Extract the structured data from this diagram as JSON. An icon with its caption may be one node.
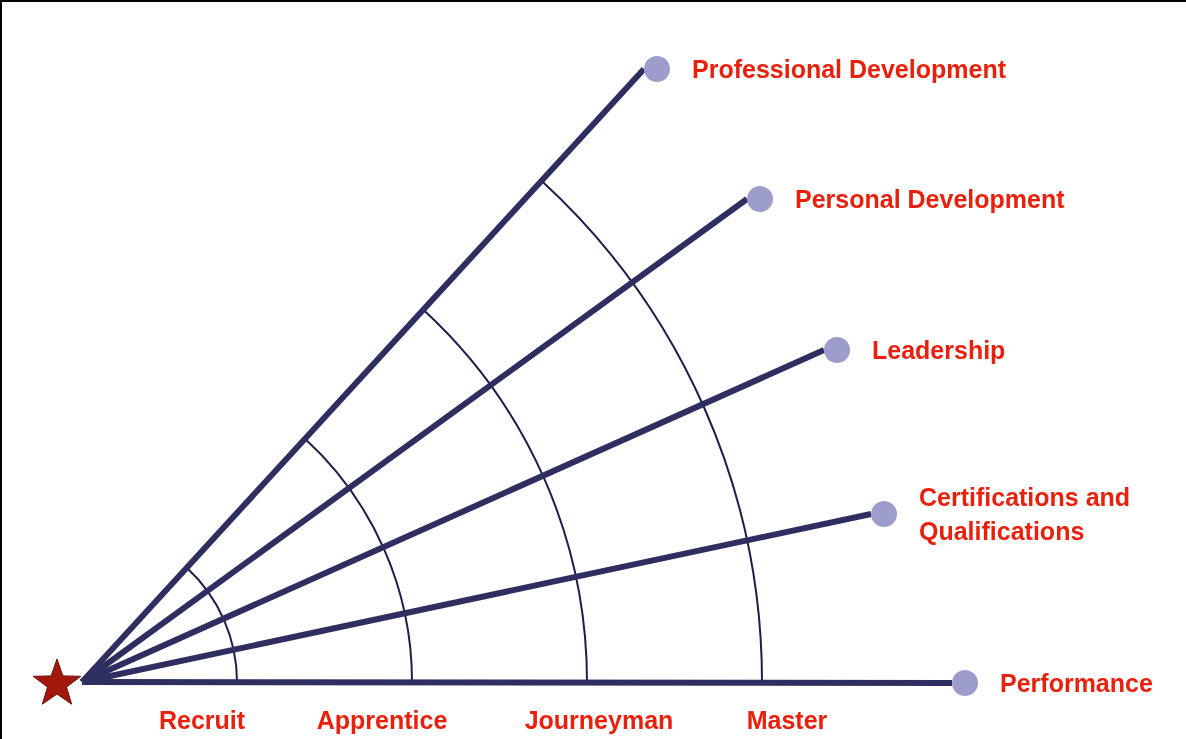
{
  "diagram": {
    "nodes": [
      {
        "text": [],
        "shape": "star"
      },
      {
        "text": [
          "Professional Development"
        ]
      },
      {
        "text": [
          "Personal Development"
        ]
      },
      {
        "text": [
          "Leadership"
        ]
      },
      {
        "text": [
          "Certifications and Qualifications"
        ]
      },
      {
        "text": [
          "Performance"
        ]
      }
    ],
    "edges": [
      {
        "from": 0,
        "to": 1,
        "arrow": "none"
      },
      {
        "from": 0,
        "to": 2,
        "arrow": "none"
      },
      {
        "from": 0,
        "to": 3,
        "arrow": "none"
      },
      {
        "from": 0,
        "to": 4,
        "arrow": "none"
      },
      {
        "from": 0,
        "to": 5,
        "arrow": "none"
      }
    ],
    "labels": [
      "Recruit",
      "Apprentice",
      "Journeyman",
      "Master"
    ]
  }
}
